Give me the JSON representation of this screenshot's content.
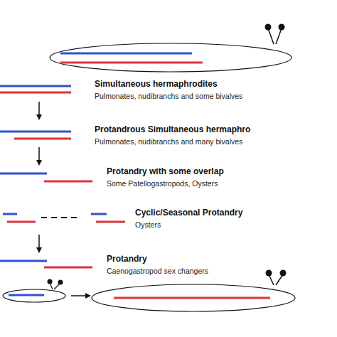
{
  "diagram": {
    "labels": [
      "Simultaneous hermaphrodites",
      "Pulmonates, nudibranchs and some bivalves",
      "Protandrous Simultaneous hermaphro",
      "Pulmonates, nudibranchs and many bivalves",
      "Protandry with some overlap",
      "Some Patellogastropods, Oysters",
      "Cyclic/Seasonal Protandry",
      "Oysters",
      "Protandry",
      "Caenogastropod sex changers"
    ]
  }
}
